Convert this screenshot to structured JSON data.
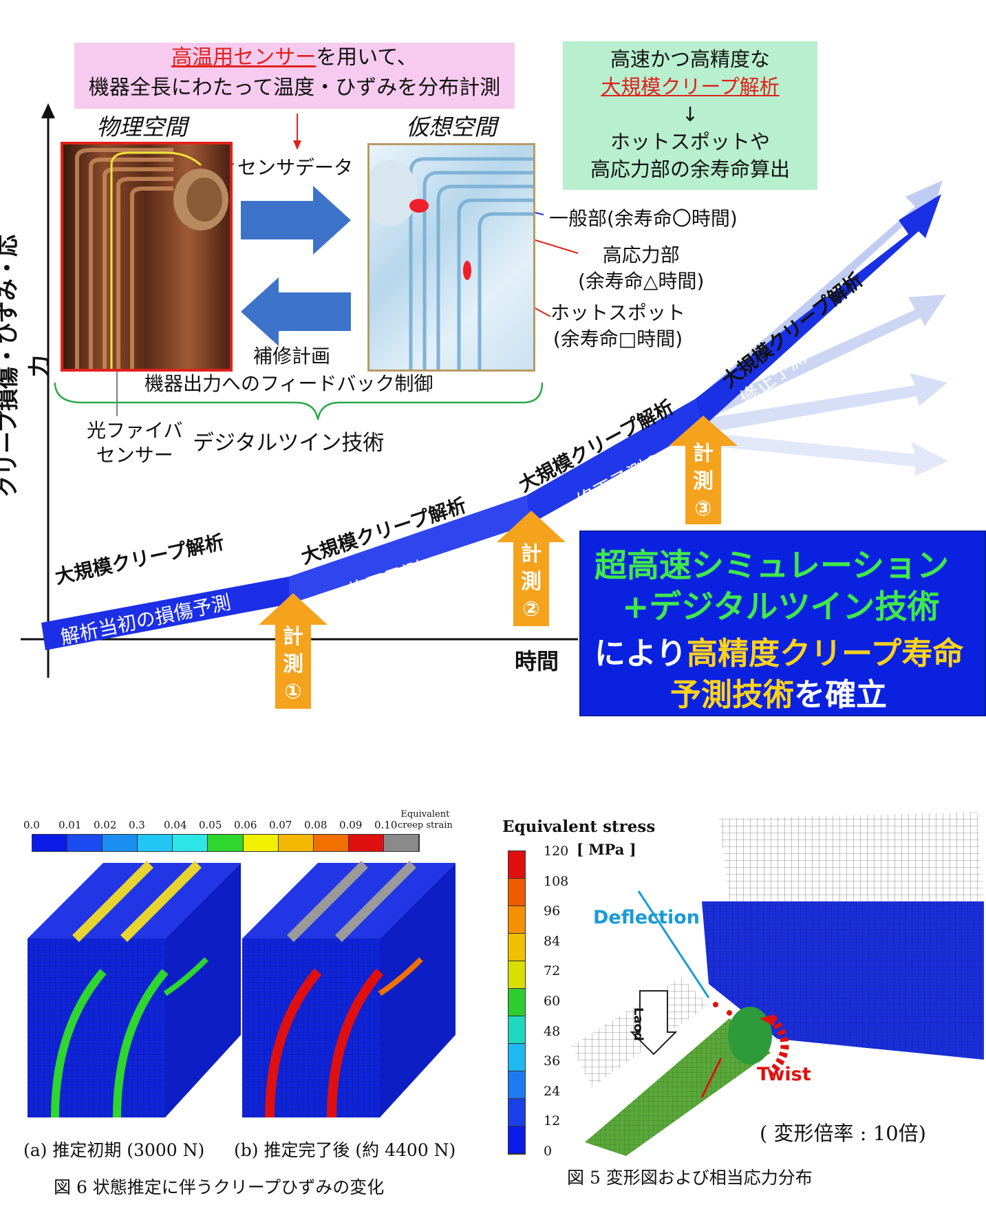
{
  "top_diagram": {
    "callout_sensor_line1_highlight": "高温用センサー",
    "callout_sensor_line1_rest": "を用いて、",
    "callout_sensor_line2": "機器全長にわたって温度・ひずみを分布計測",
    "callout_analysis_line1": "高速かつ高精度な",
    "callout_analysis_line2": "大規模クリープ解析",
    "callout_analysis_arrow": "↓",
    "callout_analysis_line3": "ホットスポットや",
    "callout_analysis_line4": "高応力部の余寿命算出",
    "physical_space": "物理空間",
    "virtual_space": "仮想空間",
    "sensor_data": "センサデータ",
    "repair_plan": "補修計画",
    "feedback": "機器出力へのフィードバック制御",
    "fiber_sensor_line1": "光ファイバ",
    "fiber_sensor_line2": "センサー",
    "digital_twin": "デジタルツイン技術",
    "general_part": "一般部(余寿命〇時間)",
    "high_stress_line1": "高応力部",
    "high_stress_line2": "(余寿命△時間)",
    "hotspot_line1": "ホットスポット",
    "hotspot_line2": "(余寿命□時間)",
    "y_axis": "クリープ損傷・ひずみ・応力",
    "x_axis": "時間",
    "analysis_label": "大規模クリープ解析",
    "segment_initial": "解析当初の損傷予測",
    "segment_corr1": "修正予測①",
    "segment_corr2": "修正予測②",
    "segment_corr3": "修正予測③",
    "measure_chars": "計",
    "measure_chars2": "測",
    "measure_1": "①",
    "measure_2": "②",
    "measure_3": "③",
    "summary_line1": "超高速シミュレーション",
    "summary_line2": "+デジタルツイン技術",
    "summary_line3_a": "により",
    "summary_line3_b": "高精度クリープ寿命",
    "summary_line4_a": "予測技術",
    "summary_line4_b": "を確立"
  },
  "fig6": {
    "ticks": [
      "0.0",
      "0.01",
      "0.02",
      "0.3",
      "0.04",
      "0.05",
      "0.06",
      "0.07",
      "0.08",
      "0.09",
      "0.10"
    ],
    "legend_title_line1": "Equivalent",
    "legend_title_line2": "creep strain",
    "colors": [
      "#0a1be8",
      "#1a4af0",
      "#1b8ff2",
      "#21c6f5",
      "#2ee6e8",
      "#2ed62e",
      "#f0f000",
      "#f5b800",
      "#f07000",
      "#e01010",
      "#8a8a8a"
    ],
    "label_a": "(a) 推定初期 (3000 N)",
    "label_b": "(b) 推定完了後 (約 4400 N)",
    "caption": "図 6 状態推定に伴うクリープひずみの変化"
  },
  "fig5": {
    "title": "Equivalent stress",
    "unit": "[ MPa ]",
    "ticks": [
      "120",
      "108",
      "96",
      "84",
      "72",
      "60",
      "48",
      "36",
      "24",
      "12",
      "0"
    ],
    "colors": [
      "#e01010",
      "#f05a00",
      "#f59000",
      "#f0c000",
      "#d8e000",
      "#2ecc2e",
      "#20d8c0",
      "#20b8f0",
      "#1e7af0",
      "#1a40e8",
      "#0a1be8"
    ],
    "deflection": "Deflection",
    "twist": "Twist",
    "load": "Laod",
    "scale_note": "( 変形倍率 : 10倍)",
    "caption": "図 5 変形図および相当応力分布"
  }
}
